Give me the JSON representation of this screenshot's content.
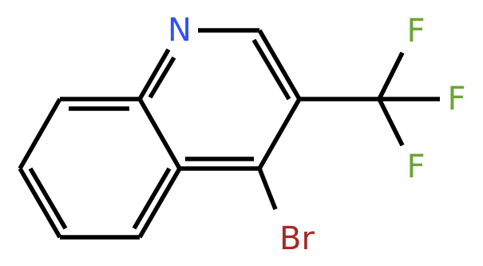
{
  "molecule": {
    "atoms": [
      {
        "id": "N1",
        "label": "N",
        "color": "#3050F8"
      },
      {
        "id": "Br",
        "label": "Br",
        "color": "#A62929"
      },
      {
        "id": "F1",
        "label": "F",
        "color": "#6DA436"
      },
      {
        "id": "F2",
        "label": "F",
        "color": "#6DA436"
      },
      {
        "id": "F3",
        "label": "F",
        "color": "#6DA436"
      }
    ],
    "bond_color": "#000000"
  }
}
